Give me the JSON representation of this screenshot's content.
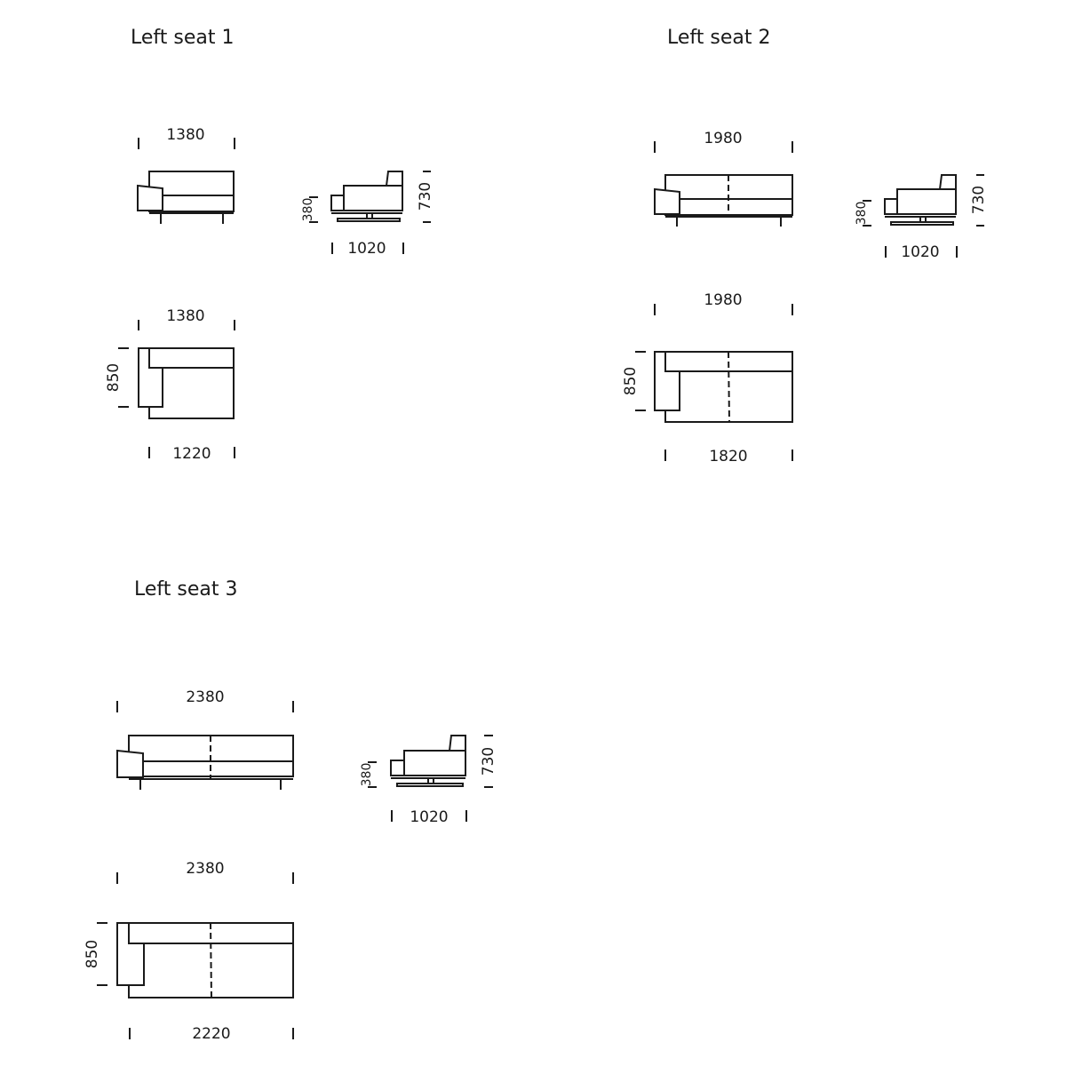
{
  "sections": [
    {
      "title": "Left seat 1",
      "front_view": {
        "width_label": "1380"
      },
      "side_view": {
        "seat_height_label": "380",
        "total_height_label": "730",
        "depth_label": "1020"
      },
      "top_view": {
        "overall_width_label": "1380",
        "depth_label": "850",
        "seat_width_label": "1220"
      }
    },
    {
      "title": "Left seat 2",
      "front_view": {
        "width_label": "1980"
      },
      "side_view": {
        "seat_height_label": "380",
        "total_height_label": "730",
        "depth_label": "1020"
      },
      "top_view": {
        "overall_width_label": "1980",
        "depth_label": "850",
        "seat_width_label": "1820"
      }
    },
    {
      "title": "Left seat 3",
      "front_view": {
        "width_label": "2380"
      },
      "side_view": {
        "seat_height_label": "380",
        "total_height_label": "730",
        "depth_label": "1020"
      },
      "top_view": {
        "overall_width_label": "2380",
        "depth_label": "850",
        "seat_width_label": "2220"
      }
    }
  ],
  "colors": {
    "line": "#1a1a1a",
    "background": "#ffffff"
  }
}
